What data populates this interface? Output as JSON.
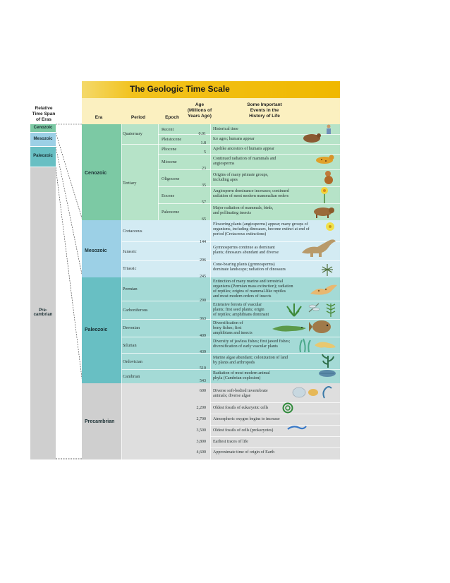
{
  "title": "The Geologic Time Scale",
  "relative": {
    "header": [
      "Relative",
      "Time Span",
      "of Eras"
    ],
    "eras": [
      "Cenozoic",
      "Mesozoic",
      "Paleozoic",
      "Pre-",
      "cambrian"
    ]
  },
  "headers": {
    "era": "Era",
    "period": "Period",
    "epoch": "Epoch",
    "age": [
      "Age",
      "(Millions of",
      "Years Ago)"
    ],
    "events": [
      "Some Important",
      "Events in the",
      "History of Life"
    ]
  },
  "eras": [
    "Cenozoic",
    "Mesozoic",
    "Paleozoic",
    "Precambrian"
  ],
  "periods": [
    "Quaternary",
    "Tertiary",
    "Cretaceous",
    "Jurassic",
    "Triassic",
    "Permian",
    "Carboniferous",
    "Devonian",
    "Silurian",
    "Ordovician",
    "Cambrian"
  ],
  "epochs": [
    "Recent",
    "Pleistocene",
    "Pliocene",
    "Miocene",
    "Oligocene",
    "Eocene",
    "Paleocene"
  ],
  "ages": [
    "0.01",
    "1.8",
    "5",
    "23",
    "35",
    "57",
    "65",
    "144",
    "206",
    "245",
    "290",
    "363",
    "409",
    "439",
    "510",
    "543",
    "600",
    "2,200",
    "2,700",
    "3,500",
    "3,800",
    "4,600"
  ],
  "events": [
    [
      "Historical time"
    ],
    [
      "Ice ages; humans appear"
    ],
    [
      "Apelike ancestors of humans appear"
    ],
    [
      "Continued radiation of mammals and",
      "angiosperms"
    ],
    [
      "Origins of many primate groups,",
      "including apes"
    ],
    [
      "Angiosperm dominance increases; continued",
      "radiation of most modern mammalian orders"
    ],
    [
      "Major radiation of mammals, birds,",
      "and pollinating insects"
    ],
    [
      "Flowering plants (angiosperms) appear; many groups of",
      "organisms, including dinosaurs, become extinct at end of",
      "period (Cretaceous extinctions)"
    ],
    [
      "Gymnosperms continue as dominant",
      "plants; dinosaurs abundant and diverse"
    ],
    [
      "Cone-bearing plants (gymnosperms)",
      "dominate landscape; radiation of dinosaurs"
    ],
    [
      "Extinction of many marine and terrestrial",
      "organisms (Permian mass extinction); radiation",
      "of reptiles; origins of  mammal-like reptiles",
      "and most modern orders of insects"
    ],
    [
      "Extensive forests of vascular",
      "plants; first seed plants; origin",
      "of reptiles; amphibians dominant"
    ],
    [
      "Diversification of",
      "bony fishes; first",
      "amphibians and insects"
    ],
    [
      "Diversity of jawless fishes; first jawed fishes;",
      "diversification of early vascular plants"
    ],
    [
      "Marine algae abundant; colonization of land",
      "by plants and arthropods"
    ],
    [
      "Radiation of most modern animal",
      "phyla (Cambrian explosion)"
    ],
    [
      "Diverse soft-bodied invertebrate",
      "animals; diverse algae"
    ],
    [
      "Oldest fossils of eukaryotic cells"
    ],
    [
      "Atmospheric oxygen begins to increase"
    ],
    [
      "Oldest fossils of cells (prokaryotes)"
    ],
    [
      "Earliest traces of life"
    ],
    [
      "Approximate time of origin of Earth"
    ]
  ],
  "colors": {
    "cenozoic": "#7cc9a4",
    "cenozoic_light": "#b6e3c8",
    "mesozoic": "#9cd0e6",
    "mesozoic_light": "#d3ebf3",
    "paleozoic": "#68bfc3",
    "paleozoic_light": "#a4dad6",
    "precambrian": "#cfcfcf",
    "precambrian_light": "#dedede",
    "title_bar": "#f1be12",
    "header_band": "#fbf0c0"
  },
  "icons": [
    "human-icon",
    "hominid-icon",
    "big-cat-icon",
    "monkey-icon",
    "flower-icon",
    "mammal-icon",
    "dinosaur-icon",
    "conifer-icon",
    "reptile-icon",
    "fern-icon",
    "dragonfly-icon",
    "amphibian-icon",
    "fish-icon",
    "jawless-fish-icon",
    "algae-icon",
    "invertebrate-icon",
    "eukaryote-spiral-icon",
    "prokaryote-icon"
  ]
}
